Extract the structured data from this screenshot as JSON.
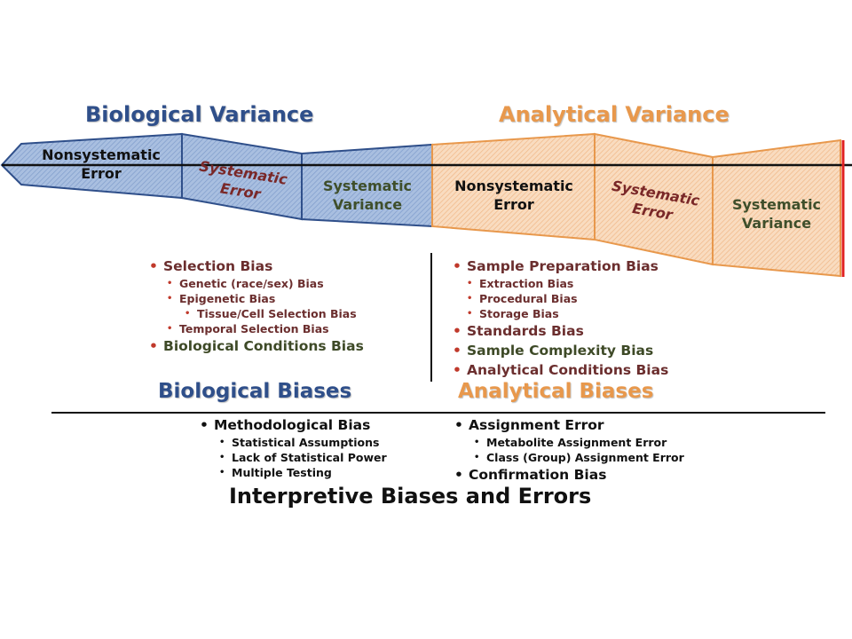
{
  "headings": {
    "biological_variance": "Biological Variance",
    "analytical_variance": "Analytical Variance"
  },
  "segments": {
    "bio_nonsystematic": "Nonsystematic Error",
    "bio_systematic_error": "Systematic Error",
    "bio_systematic_variance": "Systematic Variance",
    "ana_nonsystematic": "Nonsystematic Error",
    "ana_systematic_error": "Systematic Error",
    "ana_systematic_variance": "Systematic Variance"
  },
  "biological_list": {
    "selection_bias": "Selection Bias",
    "genetic_bias": "Genetic (race/sex) Bias",
    "epigenetic_bias": "Epigenetic Bias",
    "tissue_cell_bias": "Tissue/Cell Selection Bias",
    "temporal_bias": "Temporal Selection Bias",
    "conditions_bias": "Biological Conditions Bias"
  },
  "analytical_list": {
    "sample_prep_bias": "Sample Preparation Bias",
    "extraction_bias": "Extraction Bias",
    "procedural_bias": "Procedural Bias",
    "storage_bias": "Storage Bias",
    "standards_bias": "Standards Bias",
    "complexity_bias": "Sample Complexity Bias",
    "conditions_bias": "Analytical Conditions Bias"
  },
  "section_titles": {
    "biological_biases": "Biological Biases",
    "analytical_biases": "Analytical Biases"
  },
  "interpretive_left": {
    "methodological_bias": "Methodological Bias",
    "statistical_assumptions": "Statistical Assumptions",
    "statistical_power": "Lack of Statistical Power",
    "multiple_testing": "Multiple Testing"
  },
  "interpretive_right": {
    "assignment_error": "Assignment Error",
    "metabolite_assignment": "Metabolite Assignment Error",
    "class_assignment": "Class (Group) Assignment Error",
    "confirmation_bias": "Confirmation Bias"
  },
  "footer": {
    "title": "Interpretive Biases and Errors"
  },
  "colors": {
    "bio_fill": "#A9BFE0",
    "bio_stroke": "#2F4F8A",
    "ana_fill": "#F8D7B5",
    "ana_stroke": "#E8984C",
    "marker_red": "#E02020"
  }
}
